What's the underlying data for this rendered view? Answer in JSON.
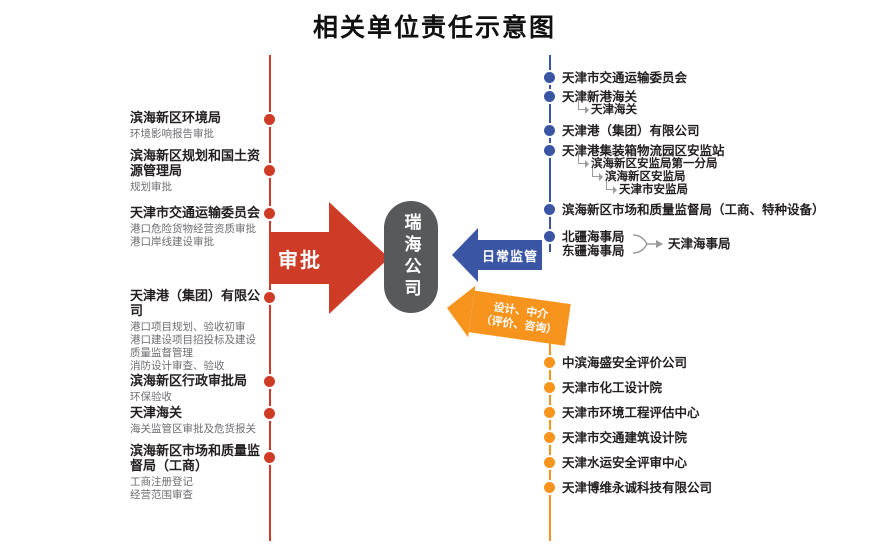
{
  "title": "相关单位责任示意图",
  "center_node": {
    "label": "瑞海公司"
  },
  "colors": {
    "red": "#ce3b26",
    "blue": "#3b55a5",
    "orange": "#f7941e",
    "gray": "#58595b"
  },
  "arrows": {
    "approval": {
      "label": "审批"
    },
    "daily_supervision": {
      "label": "日常监管"
    },
    "design_intermediary": {
      "line1": "设计、中介",
      "line2": "（评价、咨询）"
    }
  },
  "left_column": {
    "items": [
      {
        "name": "滨海新区环境局",
        "subs": [
          "环境影响报告审批"
        ]
      },
      {
        "name": "滨海新区规划和国土资源管理局",
        "subs": [
          "规划审批"
        ]
      },
      {
        "name": "天津市交通运输委员会",
        "subs": [
          "港口危险货物经营资质审批",
          "港口岸线建设审批"
        ]
      },
      {
        "name": "天津港（集团）有限公司",
        "subs": [
          "港口项目规划、验收初审",
          "港口建设项目招投标及建设",
          "质量监督管理",
          "消防设计审查、验收"
        ]
      },
      {
        "name": "滨海新区行政审批局",
        "subs": [
          "环保验收"
        ]
      },
      {
        "name": "天津海关",
        "subs": [
          "海关监管区审批及危货报关"
        ]
      },
      {
        "name": "滨海新区市场和质量监督局（工商）",
        "subs": [
          "工商注册登记",
          "经营范围审查"
        ]
      }
    ]
  },
  "right_top_column": {
    "items": [
      {
        "name": "天津市交通运输委员会"
      },
      {
        "name": "天津新港海关",
        "children": [
          "天津海关"
        ]
      },
      {
        "name": "天津港（集团）有限公司"
      },
      {
        "name": "天津港集装箱物流园区安监站",
        "children": [
          "滨海新区安监局第一分局",
          "滨海新区安监局",
          "天津市安监局"
        ]
      },
      {
        "name": "滨海新区市场和质量监督局（工商、特种设备）"
      },
      {
        "name": "北疆海事局"
      },
      {
        "name": "东疆海事局"
      }
    ],
    "merge_target": "天津海事局"
  },
  "right_bottom_column": {
    "items": [
      {
        "name": "中滨海盛安全评价公司"
      },
      {
        "name": "天津市化工设计院"
      },
      {
        "name": "天津市环境工程评估中心"
      },
      {
        "name": "天津市交通建筑设计院"
      },
      {
        "name": "天津水运安全评审中心"
      },
      {
        "name": "天津博维永诚科技有限公司"
      }
    ]
  }
}
